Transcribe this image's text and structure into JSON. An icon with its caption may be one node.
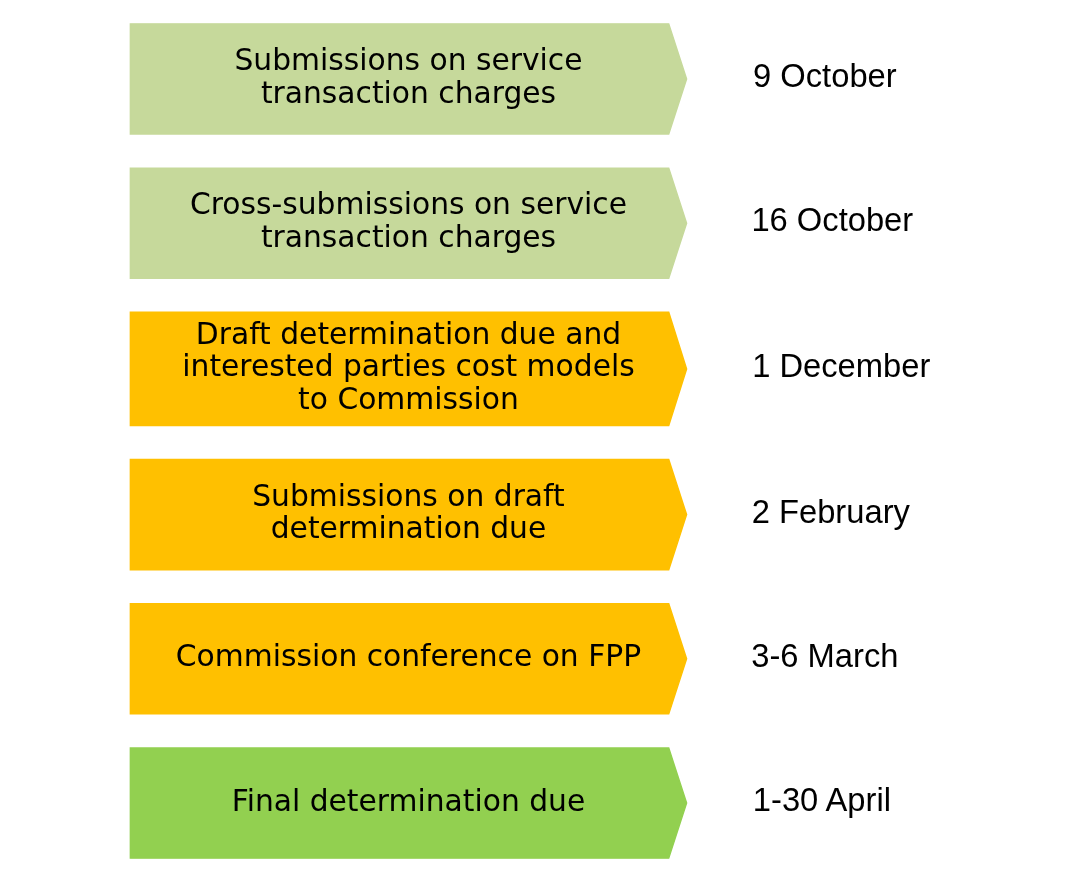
{
  "diagram": {
    "nodes": [
      {
        "text": [
          "Submissions on service transaction charges"
        ],
        "beside": [
          "9 October"
        ]
      },
      {
        "text": [
          "Cross-submissions on service transaction charges"
        ],
        "beside": [
          "16 October"
        ]
      },
      {
        "text": [
          "Draft determination due and interested parties cost models to Commission"
        ],
        "beside": [
          "1 December"
        ]
      },
      {
        "text": [
          "Submissions on draft determination due"
        ],
        "beside": [
          "2 February"
        ]
      },
      {
        "text": [
          "Commission conference on FPP"
        ],
        "beside": [
          "3-6 March"
        ]
      },
      {
        "text": [
          "Final determination due"
        ],
        "beside": [
          "1-30 April"
        ]
      }
    ]
  }
}
